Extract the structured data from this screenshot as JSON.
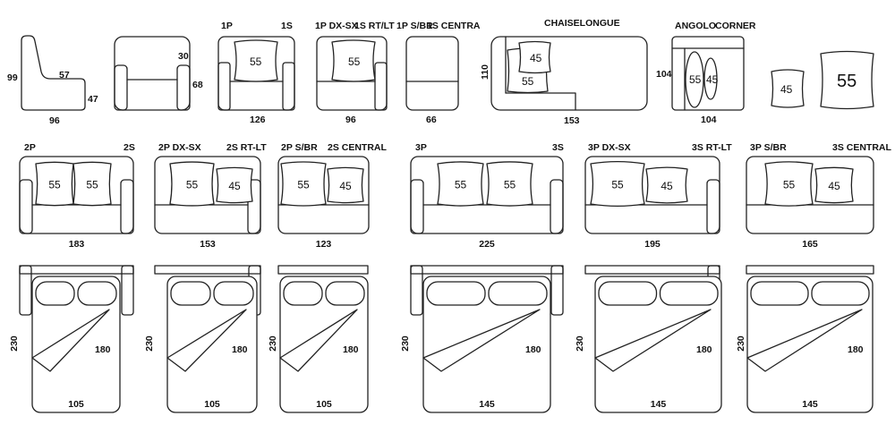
{
  "row1": {
    "armchair": {
      "h": "99",
      "seat": "57",
      "arm": "47",
      "w": "96"
    },
    "front": {
      "arm_h": "30",
      "seat_h": "68"
    },
    "unit_1p": {
      "left": "1P",
      "right": "1S",
      "pillow": "55",
      "w": "126"
    },
    "unit_1pdx": {
      "left": "1P DX-SX",
      "right": "1S RT/LT",
      "pillow": "55",
      "w": "96"
    },
    "unit_1ps": {
      "left": "1P S/BR",
      "right": "1S CENTRA",
      "w": "66"
    },
    "chaise": {
      "title": "CHAISELONGUE",
      "depth": "110",
      "pillow_a": "45",
      "pillow_b": "55",
      "w": "153"
    },
    "corner": {
      "left": "ANGOLO",
      "right": "CORNER",
      "h": "104",
      "pillow_a": "55",
      "pillow_b": "45",
      "w": "104"
    },
    "cushion_small": {
      "size": "45"
    },
    "cushion_large": {
      "size": "55"
    }
  },
  "row2": [
    {
      "left": "2P",
      "right": "2S",
      "pillows": [
        "55",
        "55"
      ],
      "w": "183"
    },
    {
      "left": "2P DX-SX",
      "right": "2S RT-LT",
      "pillows": [
        "55",
        "45"
      ],
      "w": "153"
    },
    {
      "left": "2P S/BR",
      "right": "2S CENTRAL",
      "pillows": [
        "55",
        "45"
      ],
      "w": "123"
    },
    {
      "left": "3P",
      "right": "3S",
      "pillows": [
        "55",
        "55"
      ],
      "w": "225"
    },
    {
      "left": "3P DX-SX",
      "right": "3S RT-LT",
      "pillows": [
        "55",
        "45"
      ],
      "w": "195"
    },
    {
      "left": "3P S/BR",
      "right": "3S CENTRAL",
      "pillows": [
        "55",
        "45"
      ],
      "w": "165"
    }
  ],
  "row3": [
    {
      "length": "230",
      "mattress": "180",
      "w": "105"
    },
    {
      "length": "230",
      "mattress": "180",
      "w": "105"
    },
    {
      "length": "230",
      "mattress": "180",
      "w": "105"
    },
    {
      "length": "230",
      "mattress": "180",
      "w": "145"
    },
    {
      "length": "230",
      "mattress": "180",
      "w": "145"
    },
    {
      "length": "230",
      "mattress": "180",
      "w": "145"
    }
  ]
}
